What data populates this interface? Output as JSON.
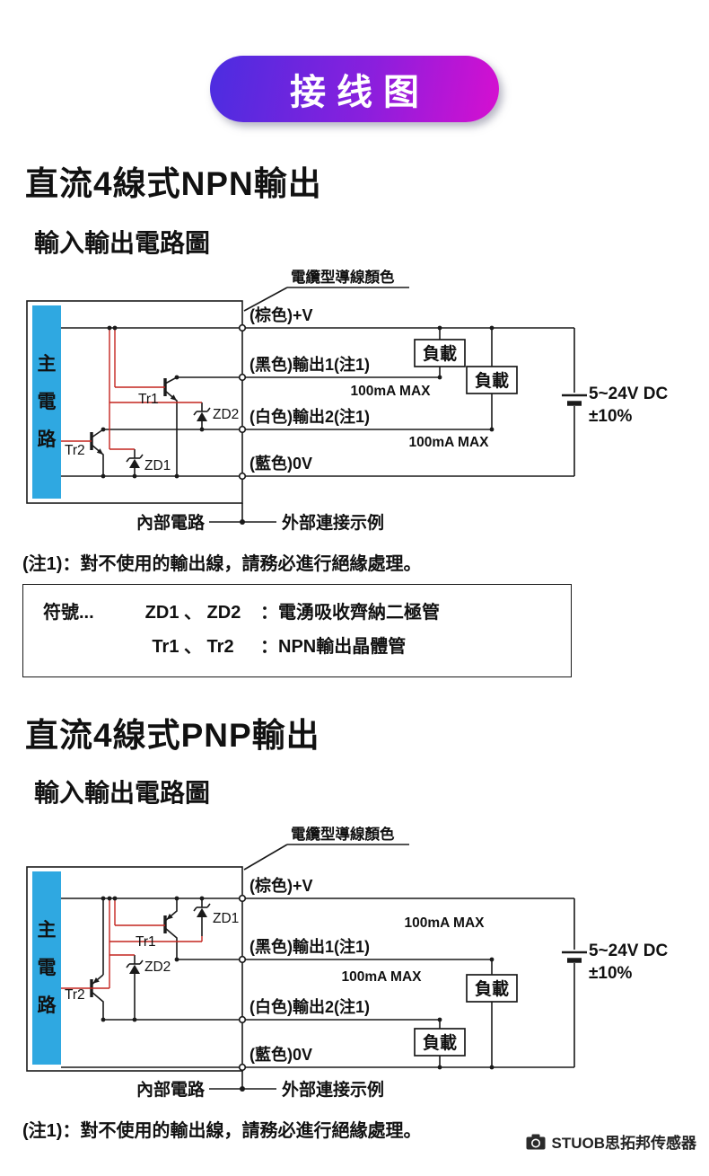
{
  "badge": {
    "label": "接线图"
  },
  "colors": {
    "badge_gradient_start": "#4b2de0",
    "badge_gradient_end": "#d60fd0",
    "main_circuit_blue": "#2fa8e1",
    "wire_red": "#c4251f",
    "line_black": "#1a1a1a"
  },
  "npn": {
    "title": "直流4線式NPN輸出",
    "subtitle": "輸入輸出電路圖",
    "note": "(注1)：對不使用的輸出線，請務必進行絕緣處理。",
    "diagram": {
      "cable_color_label": "電纜型導線顏色",
      "main_circuit_chars": [
        "主",
        "電",
        "路"
      ],
      "wire_brown": "(棕色)+V",
      "wire_black": "(黑色)輸出1(注1)",
      "wire_white": "(白色)輸出2(注1)",
      "wire_blue": "(藍色)0V",
      "current_max_1": "100mA MAX",
      "current_max_2": "100mA MAX",
      "load_1": "負載",
      "load_2": "負載",
      "supply_line1": "5~24V DC",
      "supply_line2": "±10%",
      "tr1": "Tr1",
      "tr2": "Tr2",
      "zd1": "ZD1",
      "zd2": "ZD2",
      "internal_label": "內部電路",
      "external_label": "外部連接示例"
    },
    "legend": {
      "prefix": "符號...",
      "rows": [
        {
          "symbols": "ZD1 、 ZD2",
          "desc": "：電湧吸收齊納二極管"
        },
        {
          "symbols": "Tr1 、 Tr2",
          "desc": "：NPN輸出晶體管"
        }
      ]
    }
  },
  "pnp": {
    "title": "直流4線式PNP輸出",
    "subtitle": "輸入輸出電路圖",
    "note": "(注1)：對不使用的輸出線，請務必進行絕緣處理。",
    "diagram": {
      "cable_color_label": "電纜型導線顏色",
      "main_circuit_chars": [
        "主",
        "電",
        "路"
      ],
      "wire_brown": "(棕色)+V",
      "wire_black": "(黑色)輸出1(注1)",
      "wire_white": "(白色)輸出2(注1)",
      "wire_blue": "(藍色)0V",
      "current_max_1": "100mA MAX",
      "current_max_2": "100mA MAX",
      "load_1": "負載",
      "load_2": "負載",
      "supply_line1": "5~24V DC",
      "supply_line2": "±10%",
      "tr1": "Tr1",
      "tr2": "Tr2",
      "zd1": "ZD1",
      "zd2": "ZD2",
      "internal_label": "內部電路",
      "external_label": "外部連接示例"
    }
  },
  "watermark": {
    "label": "STUOB思拓邦传感器"
  }
}
